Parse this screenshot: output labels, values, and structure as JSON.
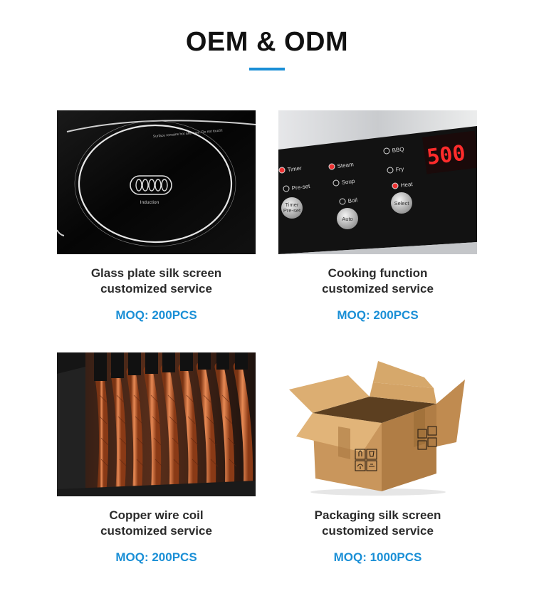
{
  "header": {
    "title": "OEM & ODM"
  },
  "colors": {
    "accent": "#1a8fd6",
    "text": "#2b2b2b"
  },
  "cards": [
    {
      "image": "glass-plate-photo",
      "caption_line1": "Glass plate silk screen",
      "caption_line2": "customized service",
      "moq": "MOQ: 200PCS",
      "photo_text": {
        "warning": "Surface remains hot after use. Do not touch!",
        "logo": "Induction"
      }
    },
    {
      "image": "control-panel-photo",
      "caption_line1": "Cooking function",
      "caption_line2": "customized service",
      "moq": "MOQ: 200PCS",
      "photo_text": {
        "timer": "Timer",
        "steam": "Steam",
        "bbq": "BBQ",
        "preset": "Pre-set",
        "soup": "Soup",
        "fry": "Fry",
        "boil": "Boil",
        "heat": "Heat",
        "btn_timer_1": "Timer",
        "btn_timer_2": "Pre-set",
        "btn_auto": "Auto",
        "btn_select": "Select",
        "display": "500"
      }
    },
    {
      "image": "copper-coil-photo",
      "caption_line1": "Copper wire coil",
      "caption_line2": "customized service",
      "moq": "MOQ: 200PCS"
    },
    {
      "image": "carton-box-photo",
      "caption_line1": "Packaging silk screen",
      "caption_line2": "customized service",
      "moq": "MOQ: 1000PCS"
    }
  ]
}
